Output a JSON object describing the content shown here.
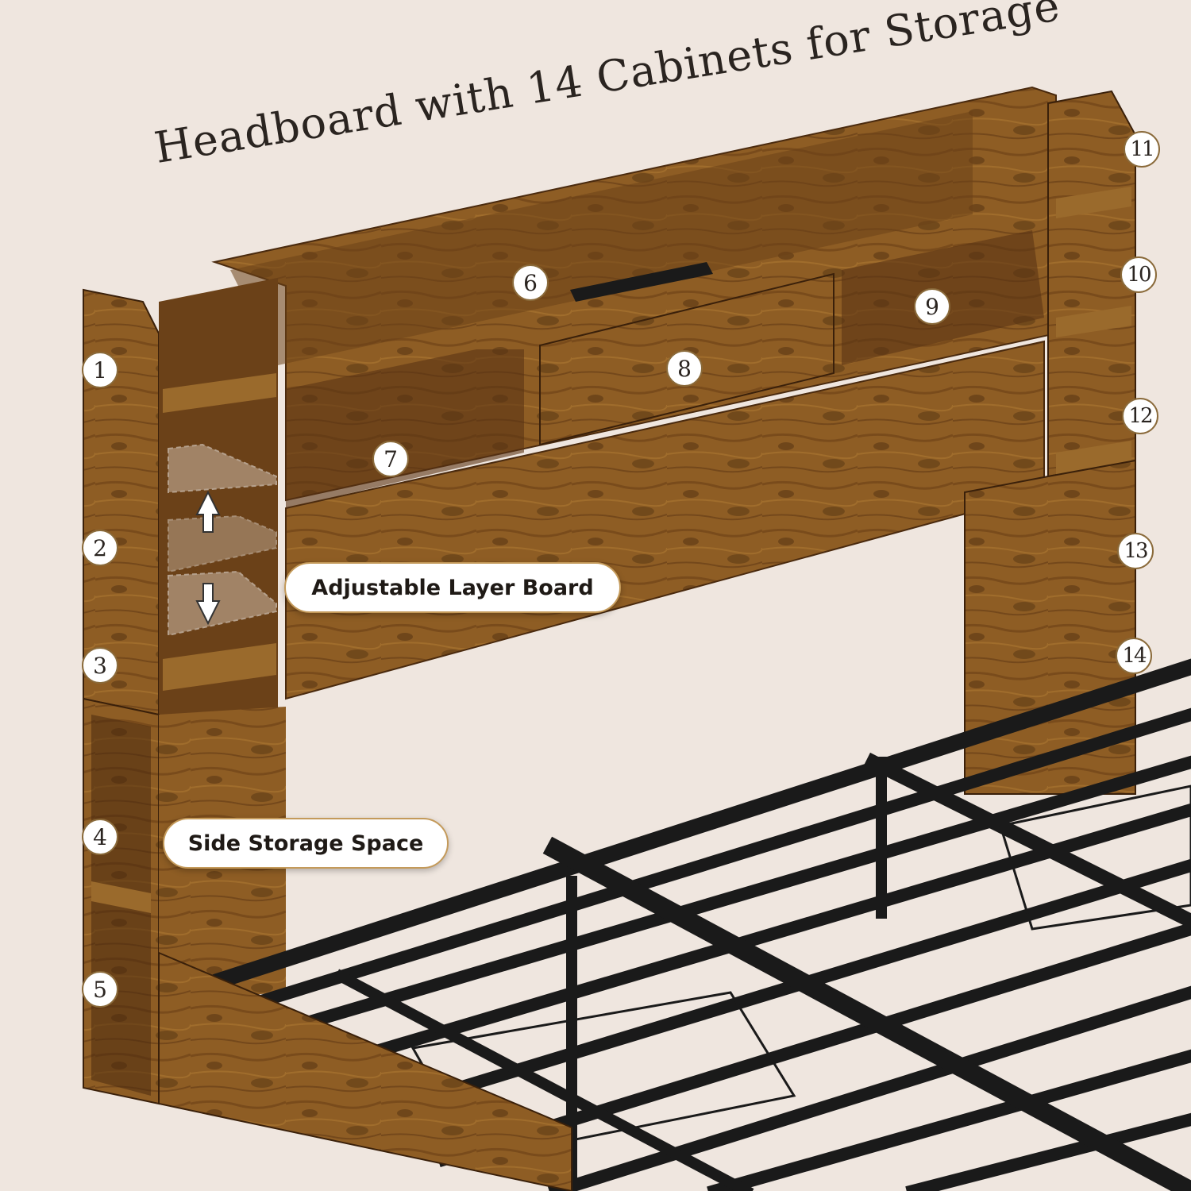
{
  "title": "Headboard with 14 Cabinets for Storage",
  "labels": {
    "adjustable": "Adjustable Layer Board",
    "side_storage": "Side Storage Space"
  },
  "badges": [
    "1",
    "2",
    "3",
    "4",
    "5",
    "6",
    "7",
    "8",
    "9",
    "10",
    "11",
    "12",
    "13",
    "14"
  ],
  "colors": {
    "background": "#efe6df",
    "wood": "#8a5a22",
    "wood_dark": "#5a3414",
    "metal": "#1c1c1c",
    "pill_border": "#c49a5a"
  }
}
